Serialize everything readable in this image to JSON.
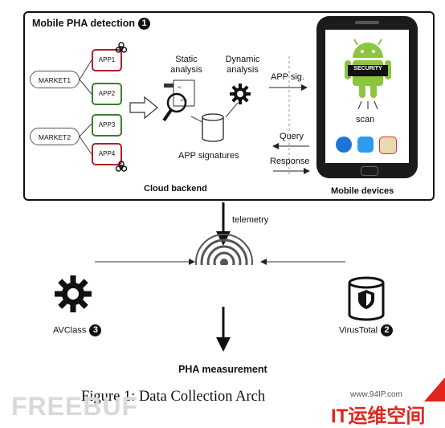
{
  "title": "Mobile PHA detection",
  "title_badge": "1",
  "markets": [
    "MARKET1",
    "MARKET2"
  ],
  "apps": [
    "APP1",
    "APP2",
    "APP3",
    "APP4"
  ],
  "static_analysis": "Static\nanalysis",
  "dynamic_analysis": "Dynamic\nanalysis",
  "app_signatures": "APP signatures",
  "cloud_backend": "Cloud backend",
  "app_sig": "APP sig.",
  "query": "Query",
  "response": "Response",
  "security": "SECURITY",
  "scan": "scan",
  "mobile_devices": "Mobile devices",
  "telemetry": "telemetry",
  "avclass": "AVClass",
  "avclass_badge": "3",
  "virustotal": "VirusTotal",
  "virustotal_badge": "2",
  "pha_measurement": "PHA measurement",
  "caption": "Figure 1: Data Collection Arch",
  "watermark_url": "www.94IP.com",
  "watermark_text": "IT运维空间",
  "watermark_logo": "FREEBUF",
  "colors": {
    "red": "#b21e2c",
    "green": "#3b7d2e",
    "android": "#8cc63f",
    "accent_red": "#e4241c"
  },
  "icons": [
    "biohazard-icon",
    "magnifier-icon",
    "gear-icon",
    "database-icon",
    "android-icon",
    "phone-app-icon",
    "chat-app-icon",
    "maps-app-icon",
    "broadcast-icon",
    "shield-icon"
  ]
}
